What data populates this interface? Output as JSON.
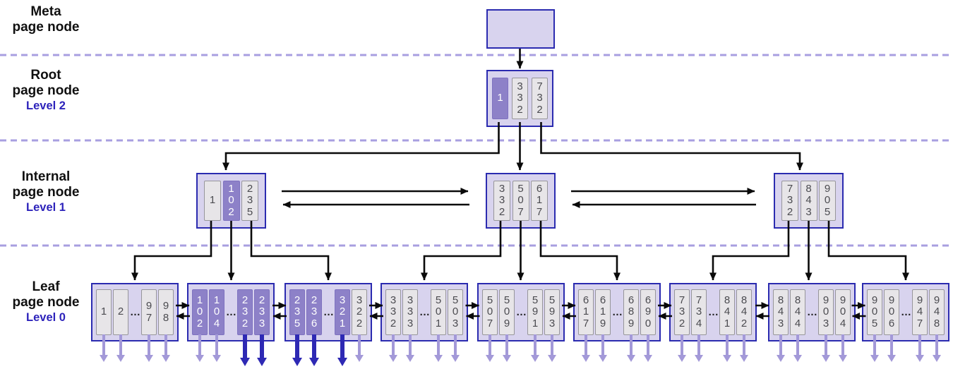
{
  "labels": {
    "meta": {
      "line1": "Meta",
      "line2": "page node"
    },
    "root": {
      "line1": "Root",
      "line2": "page node",
      "level": "Level 2"
    },
    "internal": {
      "line1": "Internal",
      "line2": "page node",
      "level": "Level 1"
    },
    "leaf": {
      "line1": "Leaf",
      "line2": "page node",
      "level": "Level 0"
    }
  },
  "root_node": {
    "cells": [
      {
        "text": "1",
        "highlighted": true
      },
      {
        "text": "332",
        "highlighted": false
      },
      {
        "text": "732",
        "highlighted": false
      }
    ]
  },
  "internal_nodes": [
    {
      "cells": [
        {
          "text": "1"
        },
        {
          "text": "102",
          "highlighted": true
        },
        {
          "text": "235"
        }
      ]
    },
    {
      "cells": [
        {
          "text": "332"
        },
        {
          "text": "507"
        },
        {
          "text": "617"
        }
      ]
    },
    {
      "cells": [
        {
          "text": "732"
        },
        {
          "text": "843"
        },
        {
          "text": "905"
        }
      ]
    }
  ],
  "leaf_nodes": [
    {
      "cells": [
        {
          "text": "1",
          "arrow": "light"
        },
        {
          "text": "2",
          "arrow": "light"
        },
        {
          "text": "…",
          "ellipsis": true
        },
        {
          "text": "97",
          "arrow": "light"
        },
        {
          "text": "98",
          "arrow": "light"
        }
      ]
    },
    {
      "cells": [
        {
          "text": "102",
          "highlighted": true,
          "arrow": "light"
        },
        {
          "text": "104",
          "highlighted": true,
          "arrow": "light"
        },
        {
          "text": "…",
          "ellipsis": true
        },
        {
          "text": "232",
          "highlighted": true,
          "arrow": "dark"
        },
        {
          "text": "233",
          "highlighted": true,
          "arrow": "dark"
        }
      ]
    },
    {
      "cells": [
        {
          "text": "235",
          "highlighted": true,
          "arrow": "dark"
        },
        {
          "text": "236",
          "highlighted": true,
          "arrow": "dark"
        },
        {
          "text": "…",
          "ellipsis": true
        },
        {
          "text": "321",
          "highlighted": true,
          "arrow": "dark"
        },
        {
          "text": "322",
          "arrow": "light"
        }
      ]
    },
    {
      "cells": [
        {
          "text": "332",
          "arrow": "light"
        },
        {
          "text": "333",
          "arrow": "light"
        },
        {
          "text": "…",
          "ellipsis": true
        },
        {
          "text": "501",
          "arrow": "light"
        },
        {
          "text": "503",
          "arrow": "light"
        }
      ]
    },
    {
      "cells": [
        {
          "text": "507",
          "arrow": "light"
        },
        {
          "text": "509",
          "arrow": "light"
        },
        {
          "text": "…",
          "ellipsis": true
        },
        {
          "text": "591",
          "arrow": "light"
        },
        {
          "text": "593",
          "arrow": "light"
        }
      ]
    },
    {
      "cells": [
        {
          "text": "617",
          "arrow": "light"
        },
        {
          "text": "619",
          "arrow": "light"
        },
        {
          "text": "…",
          "ellipsis": true
        },
        {
          "text": "689",
          "arrow": "light"
        },
        {
          "text": "690",
          "arrow": "light"
        }
      ]
    },
    {
      "cells": [
        {
          "text": "732",
          "arrow": "light"
        },
        {
          "text": "734",
          "arrow": "light"
        },
        {
          "text": "…",
          "ellipsis": true
        },
        {
          "text": "841",
          "arrow": "light"
        },
        {
          "text": "842",
          "arrow": "light"
        }
      ]
    },
    {
      "cells": [
        {
          "text": "843",
          "arrow": "light"
        },
        {
          "text": "844",
          "arrow": "light"
        },
        {
          "text": "…",
          "ellipsis": true
        },
        {
          "text": "903",
          "arrow": "light"
        },
        {
          "text": "904",
          "arrow": "light"
        }
      ]
    },
    {
      "cells": [
        {
          "text": "905",
          "arrow": "light"
        },
        {
          "text": "906",
          "arrow": "light"
        },
        {
          "text": "…",
          "ellipsis": true
        },
        {
          "text": "947",
          "arrow": "light"
        },
        {
          "text": "948",
          "arrow": "light"
        }
      ]
    }
  ],
  "colors": {
    "node_fill": "#d8d3ee",
    "node_border": "#2b2bb0",
    "cell_fill": "#e7e5e8",
    "cell_border": "#97969a",
    "highlight_fill": "#8d81c8",
    "highlight_text": "#ffffff",
    "level_text": "#2d23bb",
    "dashed_line": "#a89fe0",
    "arrow_black": "#0a0a0a",
    "arrow_light": "#a399d8",
    "arrow_dark": "#2e29b4"
  }
}
